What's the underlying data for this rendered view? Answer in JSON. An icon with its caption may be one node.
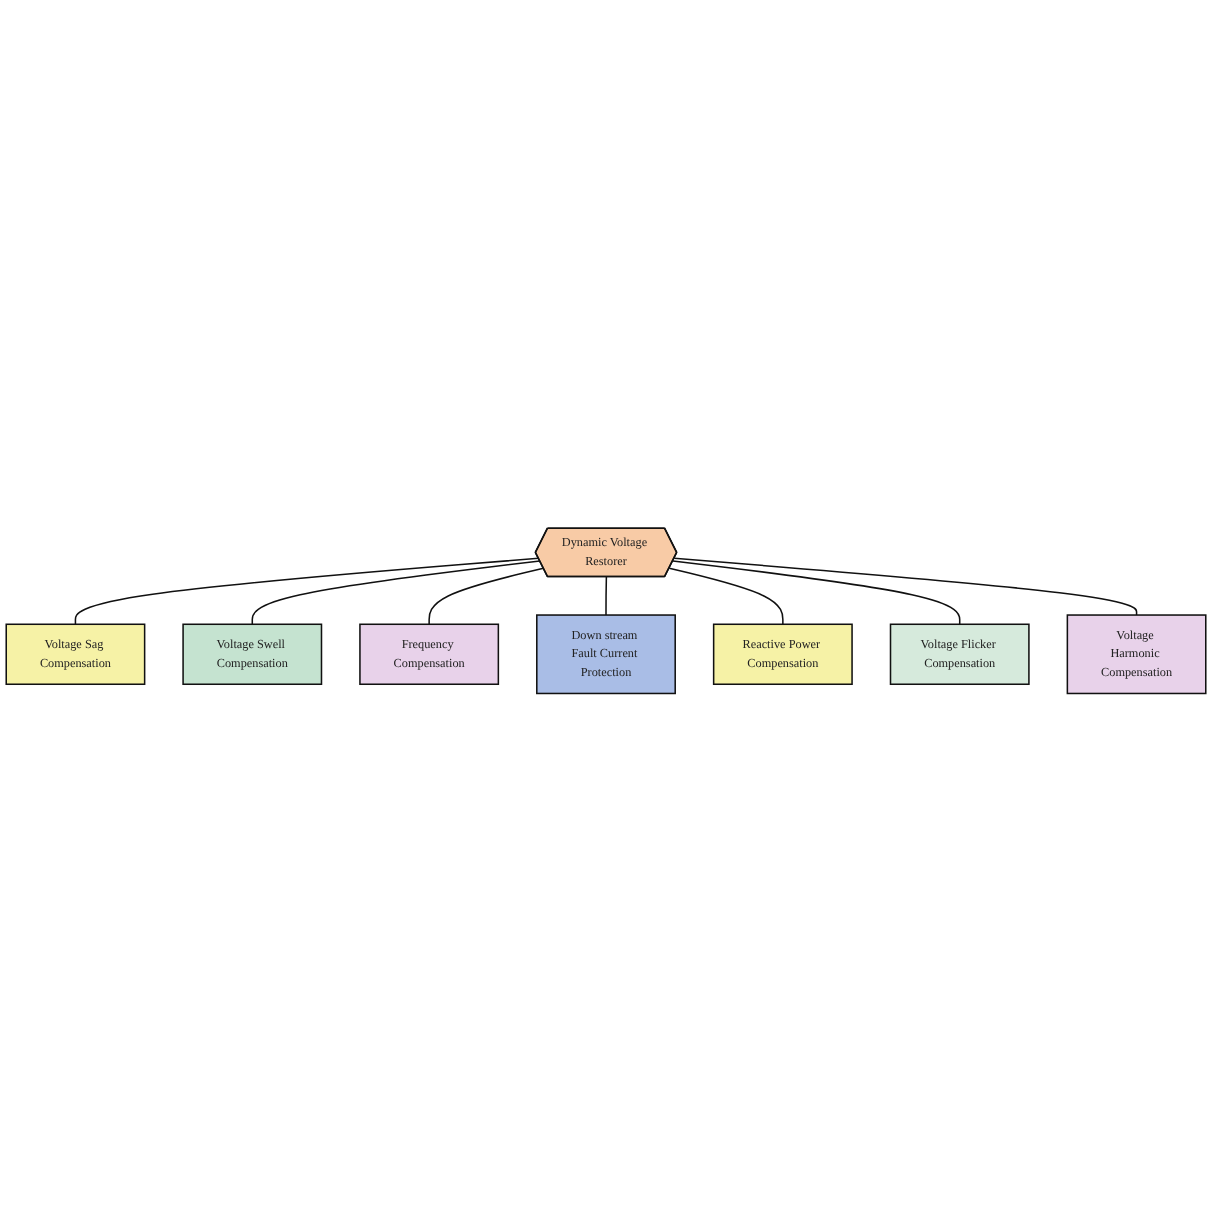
{
  "diagram": {
    "nodes": [
      {
        "text": [
          "Dynamic Voltage Restorer"
        ]
      },
      {
        "text": [
          "Voltage Sag Compensation"
        ]
      },
      {
        "text": [
          "Voltage Swell Compensation"
        ]
      },
      {
        "text": [
          "Frequency Compensation"
        ]
      },
      {
        "text": [
          "Down stream Fault Current Protection"
        ]
      },
      {
        "text": [
          "Reactive Power Compensation"
        ]
      },
      {
        "text": [
          "Voltage Flicker Compensation"
        ]
      },
      {
        "text": [
          "Voltage Harmonic Compensation"
        ]
      }
    ],
    "edges": [
      {
        "from": 0,
        "to": 1,
        "arrow": "none"
      },
      {
        "from": 0,
        "to": 2,
        "arrow": "none"
      },
      {
        "from": 0,
        "to": 3,
        "arrow": "none"
      },
      {
        "from": 0,
        "to": 4,
        "arrow": "none"
      },
      {
        "from": 0,
        "to": 5,
        "arrow": "none"
      },
      {
        "from": 0,
        "to": 6,
        "arrow": "none"
      },
      {
        "from": 0,
        "to": 7,
        "arrow": "none"
      }
    ]
  }
}
